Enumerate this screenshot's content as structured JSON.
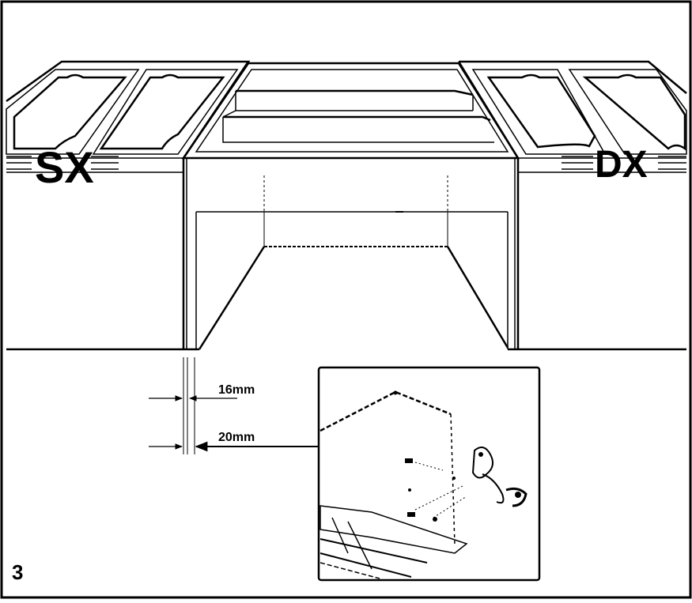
{
  "labels": {
    "left_side": "SX",
    "right_side": "DX",
    "dim_upper": "16mm",
    "dim_lower": "20mm",
    "figure_number": "3"
  }
}
